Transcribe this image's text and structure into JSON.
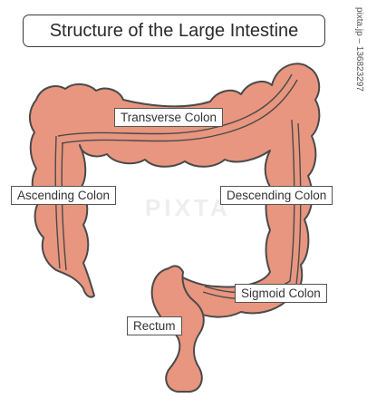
{
  "title": "Structure of the Large Intestine",
  "labels": {
    "transverse": "Transverse Colon",
    "ascending": "Ascending Colon",
    "descending": "Descending Colon",
    "sigmoid": "Sigmoid Colon",
    "rectum": "Rectum"
  },
  "watermark": "PIXTA",
  "credit": "pixta.jp – 136823297",
  "colors": {
    "organ_fill": "#e8967f",
    "outline": "#4a4a4a",
    "label_border": "#555555"
  }
}
